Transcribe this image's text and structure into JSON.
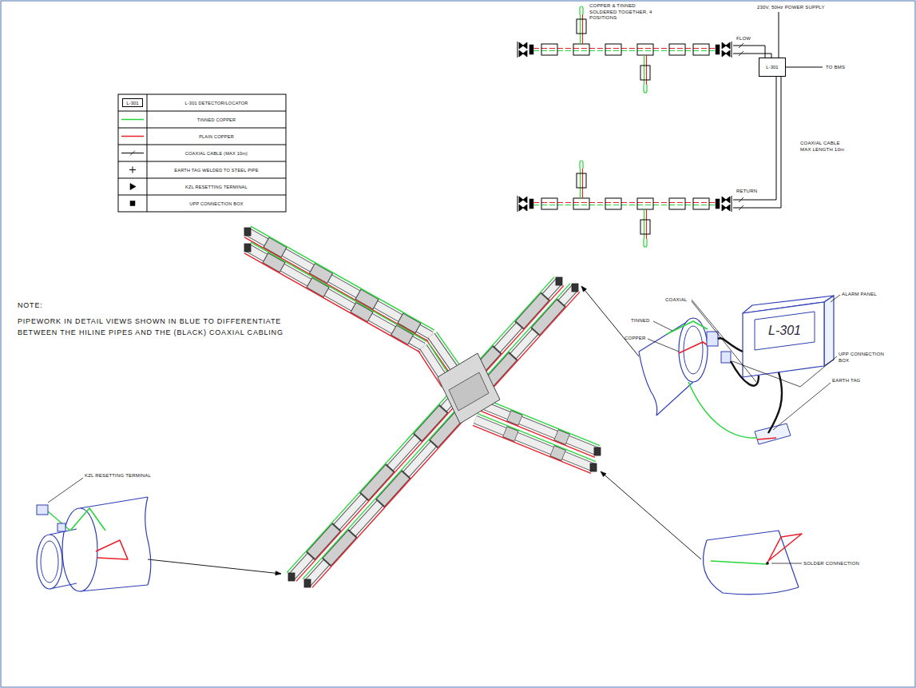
{
  "diagram": {
    "nodes": [
      {
        "text": [
          "L-301"
        ]
      },
      {
        "text": [
          "L-301"
        ]
      }
    ],
    "labels": [
      "COPPER & TINNED SOLDERED TOGETHER, 4 POSITIONS",
      "230V, 50Hz POWER SUPPLY",
      "FLOW",
      "TO BMS",
      "COAXIAL CABLE MAX LENGTH 10m",
      "RETURN",
      "NOTE:",
      "PIPEWORK IN DETAIL VIEWS SHOWN IN BLUE TO DIFFERENTIATE BETWEEN THE HILINE PIPES AND THE (BLACK) COAXIAL CABLING",
      "ALARM PANEL",
      "COAXIAL",
      "TINNED",
      "COPPER",
      "L-301",
      "UPP CONNECTION BOX",
      "EARTH TAG",
      "KZL RESETTING TERMINAL",
      "SOLDER CONNECTION"
    ],
    "legend": [
      {
        "text": "L-301 DETECTOR/LOCATOR"
      },
      {
        "text": "TINNED COPPER"
      },
      {
        "text": "PLAIN COPPER"
      },
      {
        "text": "COAXIAL CABLE (MAX 10m)"
      },
      {
        "text": "EARTH TAG WELDED TO STEEL PIPE"
      },
      {
        "text": "KZL RESETTING TERMINAL"
      },
      {
        "text": "UPP CONNECTION BOX"
      }
    ]
  }
}
